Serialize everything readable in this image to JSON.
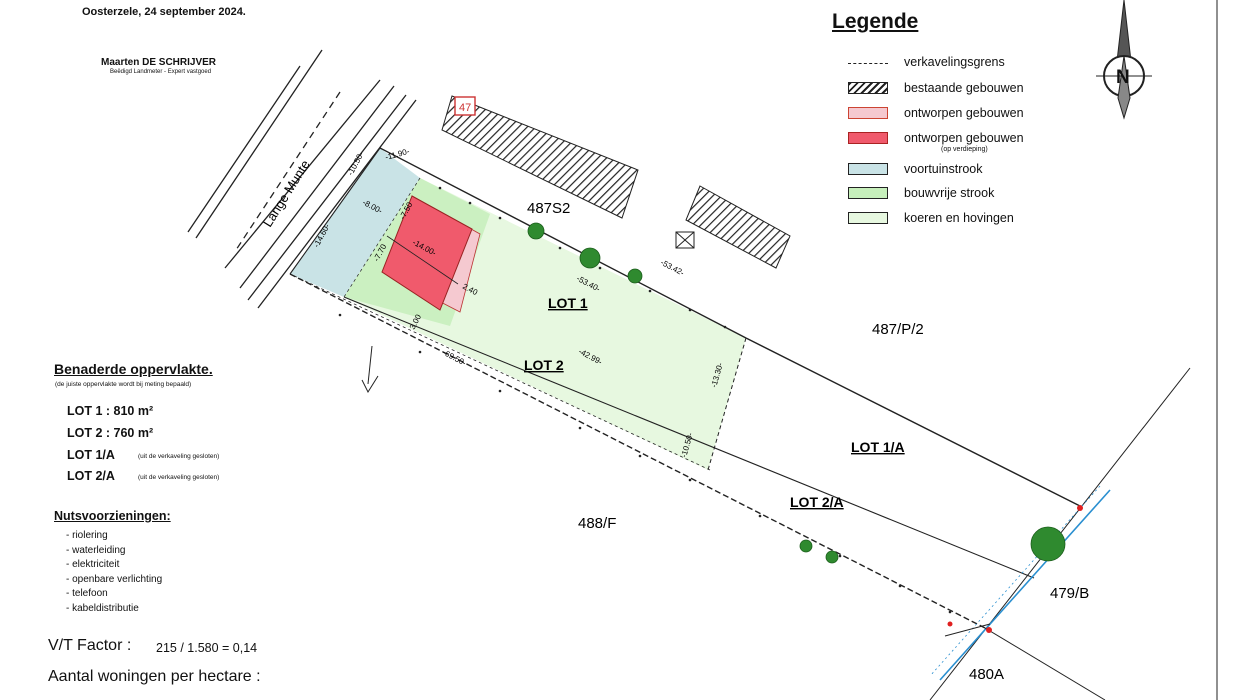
{
  "header": {
    "date_line": "Oosterzele, 24 september 2024.",
    "surveyor_name": "Maarten DE SCHRIJVER",
    "surveyor_title": "Beëdigd Landmeter - Expert vastgoed"
  },
  "legend": {
    "title": "Legende",
    "items": [
      {
        "label": "verkavelingsgrens",
        "symbol": "line"
      },
      {
        "label": "bestaande gebouwen",
        "symbol": "hatch"
      },
      {
        "label": "ontworpen gebouwen",
        "symbol": "pink"
      },
      {
        "label": "ontworpen gebouwen",
        "symbol": "red"
      },
      {
        "label": "voortuinstrook",
        "symbol": "blue"
      },
      {
        "label": "bouwvrije strook",
        "symbol": "green"
      },
      {
        "label": "koeren en hovingen",
        "symbol": "lgreen"
      }
    ],
    "sublabel": "(op verdieping)"
  },
  "compass": {
    "letter": "N"
  },
  "street": {
    "name": "Lange Munte"
  },
  "plan": {
    "lots": [
      {
        "key": "lot1",
        "label": "LOT 1"
      },
      {
        "key": "lot2",
        "label": "LOT 2"
      },
      {
        "key": "lot1a",
        "label": "LOT 1/A"
      },
      {
        "key": "lot2a",
        "label": "LOT 2/A"
      }
    ],
    "parcels": [
      "487S2",
      "487/P/2",
      "488/F",
      "479/B",
      "480A"
    ],
    "dimensions": [
      "-10.50-",
      "-11.90-",
      "-8.00-",
      "-7.50",
      "-14.60-",
      "-7.70",
      "-14.00-",
      "2.40",
      "3.00",
      "-53.40-",
      "-53.42-",
      "-69.50-",
      "-42.99-",
      "-13.30-",
      "-10.50-"
    ],
    "building_label": "47"
  },
  "colors": {
    "front_strip": "#c9e3e6",
    "build_free": "#c6efbb",
    "gardens": "#e7f8e0",
    "building_first": "#f5c9d0",
    "building_upper": "#f05a6c",
    "tree": "#2f8a2f",
    "ditch": "#2a8fd0"
  },
  "area": {
    "title": "Benaderde oppervlakte.",
    "note": "(de juiste oppervlakte wordt bij meting bepaald)",
    "lots": [
      {
        "text": "LOT 1 : 810 m²",
        "note": ""
      },
      {
        "text": "LOT 2 : 760 m²",
        "note": ""
      },
      {
        "text": "LOT 1/A",
        "note": "(uit de verkaveling gesloten)"
      },
      {
        "text": "LOT 2/A",
        "note": "(uit de verkaveling gesloten)"
      }
    ]
  },
  "utilities": {
    "title": "Nutsvoorzieningen:",
    "items": [
      "- riolering",
      "- waterleiding",
      "- elektriciteit",
      "- openbare verlichting",
      "- telefoon",
      "- kabeldistributie"
    ]
  },
  "vt": {
    "label": "V/T Factor  :",
    "value": "215  / 1.580 = 0,14"
  },
  "density": {
    "label": "Aantal woningen per hectare :"
  }
}
